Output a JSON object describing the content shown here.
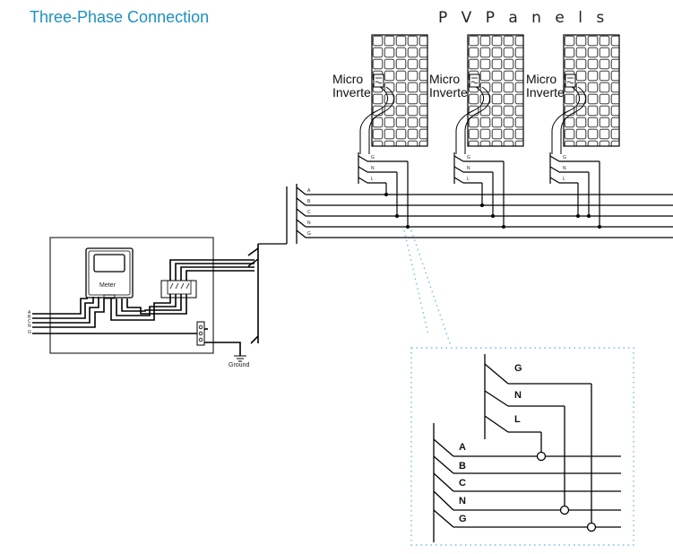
{
  "title": "Three-Phase Connection",
  "pv_label": "P V P a n e l s",
  "inverter_label_line1": "Micro",
  "inverter_label_line2": "Inverter",
  "meter_label": "Meter",
  "ground_label": "Ground",
  "bus_labels": [
    "A",
    "B",
    "C",
    "N",
    "G"
  ],
  "drop_labels": [
    "G",
    "N",
    "L"
  ],
  "colors": {
    "title": "#1e90c0",
    "wire": "#000000",
    "detail_border": "#6fbfe0"
  }
}
